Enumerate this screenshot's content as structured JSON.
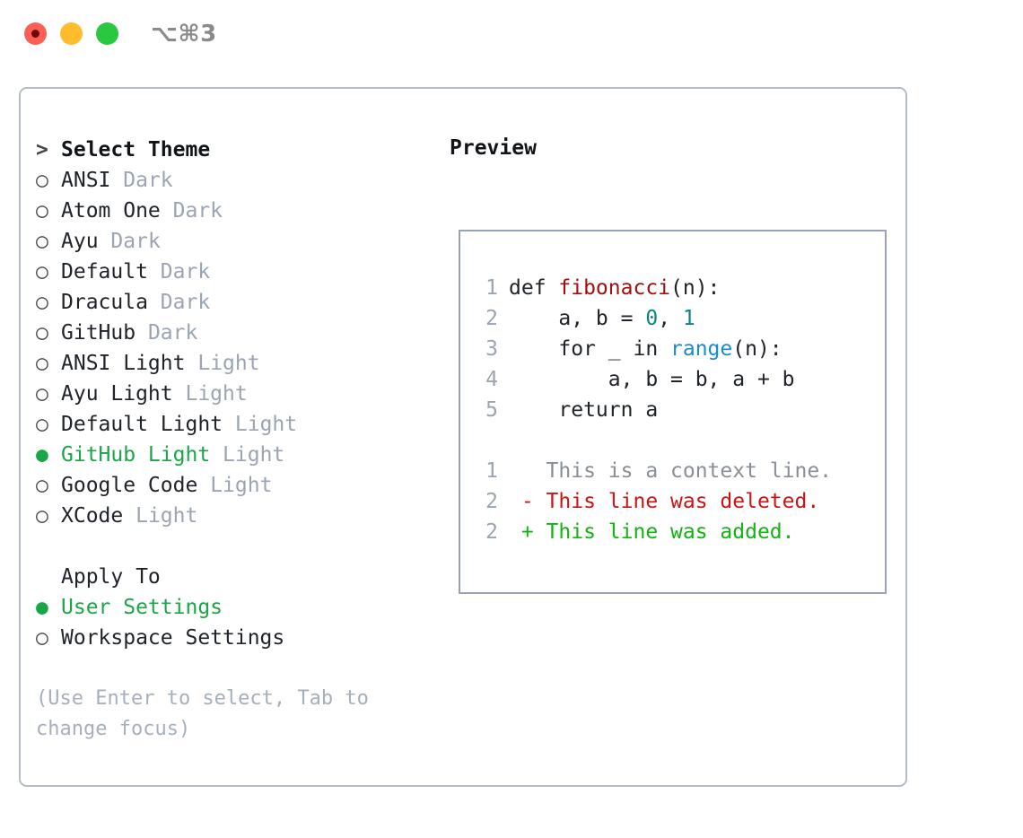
{
  "titlebar": {
    "shortcut": "⌥⌘3",
    "buttons": [
      {
        "name": "close",
        "color": "#fd5f57"
      },
      {
        "name": "minimize",
        "color": "#ffbd2e"
      },
      {
        "name": "maximize",
        "color": "#2ac840"
      }
    ]
  },
  "theme_list": {
    "heading": "Select Theme",
    "heading_marker": ">",
    "marker_unselected": "○",
    "marker_selected": "●",
    "items": [
      {
        "label": "ANSI",
        "tag": "Dark",
        "selected": false
      },
      {
        "label": "Atom One",
        "tag": "Dark",
        "selected": false
      },
      {
        "label": "Ayu",
        "tag": "Dark",
        "selected": false
      },
      {
        "label": "Default",
        "tag": "Dark",
        "selected": false
      },
      {
        "label": "Dracula",
        "tag": "Dark",
        "selected": false
      },
      {
        "label": "GitHub",
        "tag": "Dark",
        "selected": false
      },
      {
        "label": "ANSI Light",
        "tag": "Light",
        "selected": false
      },
      {
        "label": "Ayu Light",
        "tag": "Light",
        "selected": false
      },
      {
        "label": "Default Light",
        "tag": "Light",
        "selected": false
      },
      {
        "label": "GitHub Light",
        "tag": "Light",
        "selected": true
      },
      {
        "label": "Google Code",
        "tag": "Light",
        "selected": false
      },
      {
        "label": "XCode",
        "tag": "Light",
        "selected": false
      }
    ]
  },
  "apply_to": {
    "heading": "Apply To",
    "items": [
      {
        "label": "User Settings",
        "selected": true
      },
      {
        "label": "Workspace Settings",
        "selected": false
      }
    ]
  },
  "hint": "(Use Enter to select, Tab to change focus)",
  "preview": {
    "title": "Preview",
    "code_lines": [
      {
        "num": "1",
        "tokens": [
          {
            "text": "def ",
            "type": "plain"
          },
          {
            "text": "fibonacci",
            "type": "function"
          },
          {
            "text": "(n):",
            "type": "plain"
          }
        ]
      },
      {
        "num": "2",
        "tokens": [
          {
            "text": "    a, b = ",
            "type": "plain"
          },
          {
            "text": "0",
            "type": "number"
          },
          {
            "text": ", ",
            "type": "plain"
          },
          {
            "text": "1",
            "type": "number"
          }
        ]
      },
      {
        "num": "3",
        "tokens": [
          {
            "text": "    for _ in ",
            "type": "plain"
          },
          {
            "text": "range",
            "type": "call"
          },
          {
            "text": "(n):",
            "type": "plain"
          }
        ]
      },
      {
        "num": "4",
        "tokens": [
          {
            "text": "        a, b = b, a + b",
            "type": "plain"
          }
        ]
      },
      {
        "num": "5",
        "tokens": [
          {
            "text": "    return a",
            "type": "plain"
          }
        ]
      }
    ],
    "diff_lines": [
      {
        "num": "1",
        "prefix": " ",
        "text": " This is a context line.",
        "kind": "context"
      },
      {
        "num": "2",
        "prefix": "-",
        "text": " This line was deleted.",
        "kind": "deleted"
      },
      {
        "num": "2",
        "prefix": "+",
        "text": " This line was added.",
        "kind": "added"
      }
    ]
  },
  "colors": {
    "accent_green": "#1aa647",
    "tag_gray": "#9aa4b2",
    "border": "#b4bcc7",
    "preview_border": "#98a4b4",
    "function_red": "#a30f0f",
    "number_teal": "#0c8484",
    "call_blue": "#1a8cc8",
    "diff_deleted": "#cc1414",
    "diff_added": "#12b312",
    "diff_context": "#8a8f97"
  }
}
